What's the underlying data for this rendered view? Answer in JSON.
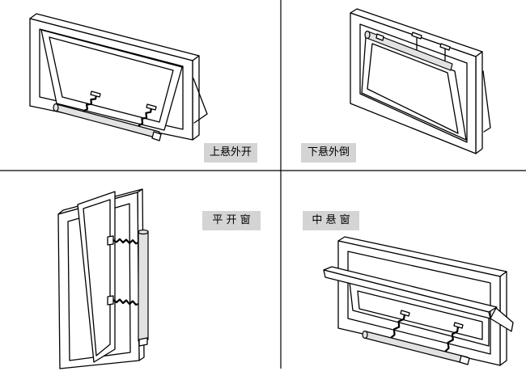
{
  "labels": {
    "top_hung": "上悬外开",
    "bottom_hung": "下悬外倒",
    "casement": "平 开 窗",
    "center_pivot": "中 悬 窗"
  },
  "colors": {
    "line": "#000000",
    "label_background": "#d4d4d4",
    "rod_fill": "#e2e2e2"
  }
}
